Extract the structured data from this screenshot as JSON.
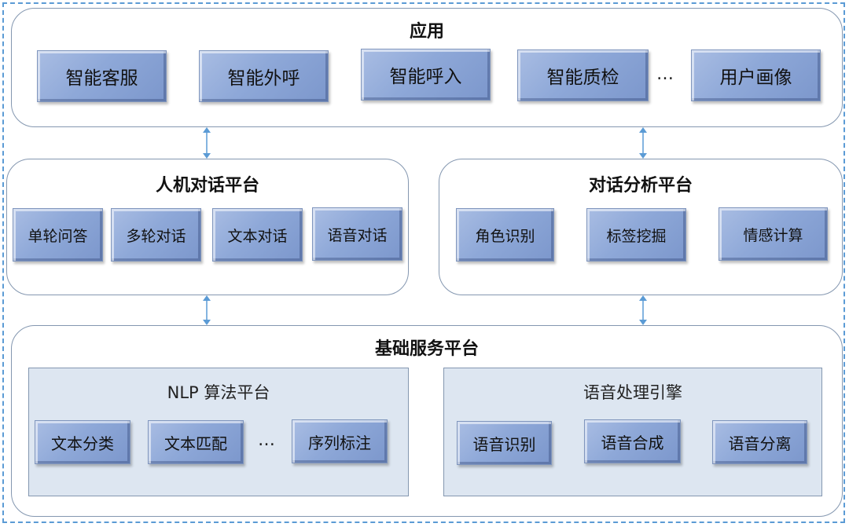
{
  "app": {
    "title": "应用",
    "items": [
      "智能客服",
      "智能外呼",
      "智能呼入",
      "智能质检",
      "用户画像"
    ],
    "ellipsis": "…"
  },
  "dialog_platform": {
    "title": "人机对话平台",
    "items": [
      "单轮问答",
      "多轮对话",
      "文本对话",
      "语音对话"
    ]
  },
  "analysis_platform": {
    "title": "对话分析平台",
    "items": [
      "角色识别",
      "标签挖掘",
      "情感计算"
    ]
  },
  "base_platform": {
    "title": "基础服务平台",
    "nlp": {
      "title": "NLP 算法平台",
      "items": [
        "文本分类",
        "文本匹配",
        "序列标注"
      ],
      "ellipsis": "…"
    },
    "speech": {
      "title": "语音处理引擎",
      "items": [
        "语音识别",
        "语音合成",
        "语音分离"
      ]
    }
  },
  "colors": {
    "border_dashed": "#5b9bd5",
    "panel_border": "#8497b0",
    "box_fill": "#8ea8d8",
    "subpanel_fill": "#dde6f1",
    "arrow": "#5b9bd5"
  }
}
